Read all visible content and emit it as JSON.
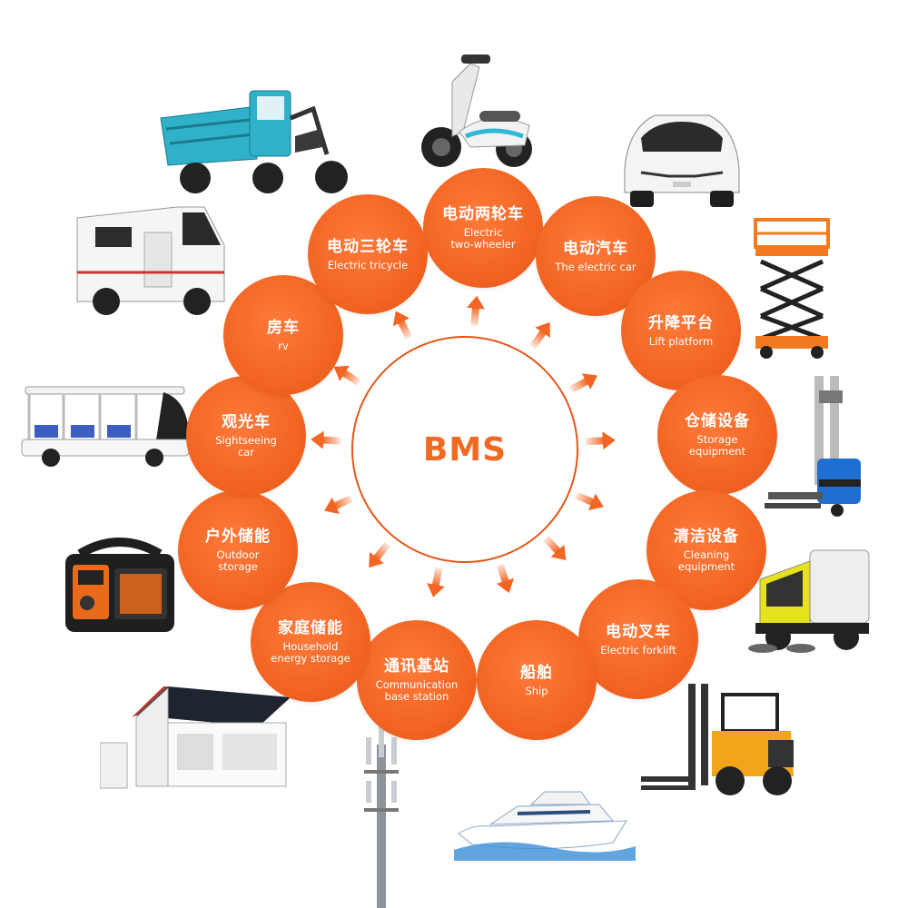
{
  "hub": {
    "label": "BMS"
  },
  "applications": [
    {
      "zh": "电动两轮车",
      "en": "Electric\ntwo-wheeler",
      "icon": "scooter"
    },
    {
      "zh": "电动汽车",
      "en": "The electric car",
      "icon": "compact-car"
    },
    {
      "zh": "升降平台",
      "en": "Lift platform",
      "icon": "scissor-lift"
    },
    {
      "zh": "仓储设备",
      "en": "Storage\nequipment",
      "icon": "pallet-stacker"
    },
    {
      "zh": "清洁设备",
      "en": "Cleaning\nequipment",
      "icon": "street-sweeper"
    },
    {
      "zh": "电动叉车",
      "en": "Electric forklift",
      "icon": "forklift"
    },
    {
      "zh": "船舶",
      "en": "Ship",
      "icon": "yacht"
    },
    {
      "zh": "通讯基站",
      "en": "Communication\nbase station",
      "icon": "cell-tower"
    },
    {
      "zh": "家庭储能",
      "en": "Household\nenergy storage",
      "icon": "solar-house"
    },
    {
      "zh": "户外储能",
      "en": "Outdoor\nstorage",
      "icon": "power-station"
    },
    {
      "zh": "观光车",
      "en": "Sightseeing\ncar",
      "icon": "sightseeing-cart"
    },
    {
      "zh": "房车",
      "en": "rv",
      "icon": "motorhome"
    },
    {
      "zh": "电动三轮车",
      "en": "Electric tricycle",
      "icon": "tricycle"
    }
  ],
  "colors": {
    "accent": "#f26522",
    "hub_border": "#e4561a",
    "hub_text": "#f06a22"
  }
}
